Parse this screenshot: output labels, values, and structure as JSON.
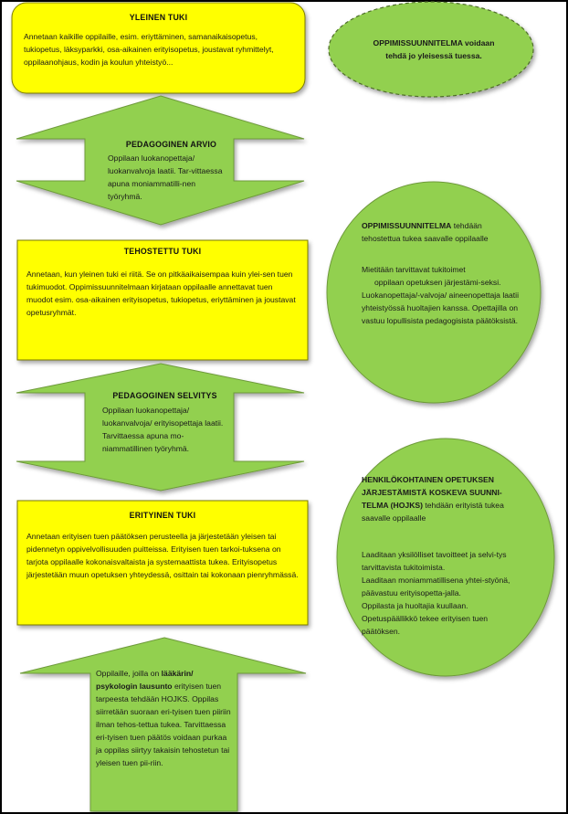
{
  "yleinen_tuki": {
    "title": "YLEINEN TUKI",
    "body": "Annetaan kaikille oppilaille, esim. eriyttäminen, samanaikaisopetus, tukiopetus, läksyparkki, osa-aikainen erityisopetus, joustavat ryhmittelyt, oppilaanohjaus, kodin ja koulun yhteistyö..."
  },
  "oppimissuunnitelma_ellipse": {
    "text": "OPPIMISSUUNNITELMA voidaan tehdä jo yleisessä tuessa."
  },
  "pedagoginen_arvio": {
    "title": "PEDAGOGINEN ARVIO",
    "body": "Oppilaan luokanopettaja/ luokanvalvoja laatii. Tar-vittaessa apuna moniammatilli-nen työryhmä."
  },
  "oppimissuunnitelma_circle": {
    "heading": "OPPIMISSUUNNITELMA",
    "heading_rest": " tehdään tehostettua tukea saavalle oppilaalle",
    "item1": "Mietitään tarvittavat tukitoimet",
    "item1b": "oppilaan opetuksen järjestämi-seksi.",
    "item2": "Luokanopettaja/-valvoja/ aineenopettaja laatii yhteistyössä huoltajien kanssa. Opettajilla on vastuu lopullisista pedagogisista päätöksistä."
  },
  "tehostettu_tuki": {
    "title": "TEHOSTETTU TUKI",
    "body": "Annetaan, kun yleinen tuki ei riitä. Se on pitkäaikaisempaa kuin ylei-sen tuen tukimuodot. Oppimissuunnitelmaan kirjataan oppilaalle annettavat tuen muodot esim. osa-aikainen erityisopetus, tukiopetus, eriyttäminen ja joustavat opetusryhmät."
  },
  "pedagoginen_selvitys": {
    "title": "PEDAGOGINEN SELVITYS",
    "body": "Oppilaan luokanopettaja/ luokanvalvoja/ erityisopettaja laatii. Tarvittaessa apuna mo-niammatillinen työryhmä."
  },
  "hojks_circle": {
    "heading": "HENKILÖKOHTAINEN OPETUKSEN JÄRJESTÄMISTÄ KOSKEVA SUUNNI-TELMA (HOJKS)",
    "heading_rest": " tehdään erityistä tukea saavalle oppilaalle",
    "item1": "Laaditaan yksilölliset tavoitteet ja selvi-tys tarvittavista tukitoimista.",
    "item2": "Laaditaan moniammatillisena yhtei-styönä, päävastuu erityisopetta-jalla.",
    "item3": "Oppilasta ja huoltajia kuullaan.",
    "item4": "Opetuspäällikkö tekee erityisen tuen päätöksen."
  },
  "erityinen_tuki": {
    "title": "ERITYINEN TUKI",
    "body": "Annetaan erityisen tuen päätöksen perusteella ja järjestetään yleisen tai pidennetyn oppivelvollisuuden puitteissa. Erityisen tuen tarkoi-tuksena on tarjota oppilaalle kokonaisvaltaista ja systemaattista tukea. Erityisopetus järjestetään muun opetuksen yhteydessä, osittain tai kokonaan pienryhmässä."
  },
  "bottom_arrow": {
    "part1": "Oppilaille, joilla on ",
    "bold": "lääkärin/ psykologin lausunto",
    "part2": " erityisen tuen tarpeesta tehdään HOJKS. Oppilas siirretään suoraan eri-tyisen tuen piiriin ilman tehos-tettua tukea. Tarvittaessa eri-tyisen tuen päätös voidaan purkaa ja oppilas siirtyy takaisin tehostetun tai yleisen tuen pii-riin."
  },
  "colors": {
    "yellow": "#FFFF00",
    "green": "#92D050",
    "outline": "#4F6D2A"
  }
}
